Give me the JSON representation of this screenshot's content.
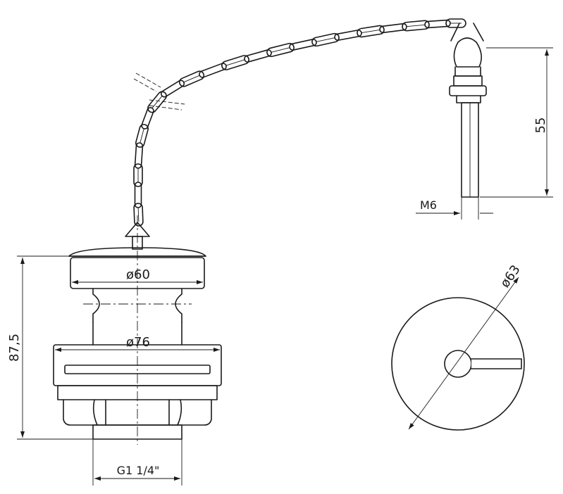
{
  "dimensions": {
    "stopper_diameter": "ø60",
    "flange_diameter": "ø76",
    "overall_height": "87,5",
    "thread_size": "G1 1/4\"",
    "plug_diameter": "ø63",
    "pin_length": "55",
    "pin_thread": "M6"
  }
}
